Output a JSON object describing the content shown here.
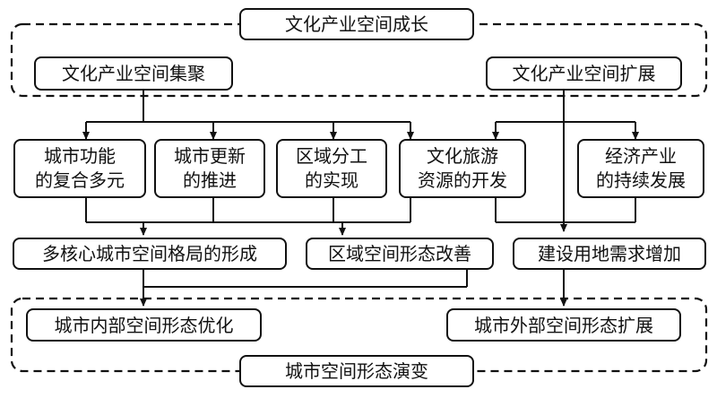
{
  "frames": {
    "top_title": "文化产业空间成长",
    "bottom_title": "城市空间形态演变"
  },
  "row1": {
    "cluster": "文化产业空间集聚",
    "expand": "文化产业空间扩展"
  },
  "row2": [
    {
      "line1": "城市功能",
      "line2": "的复合多元"
    },
    {
      "line1": "城市更新",
      "line2": "的推进"
    },
    {
      "line1": "区域分工",
      "line2": "的实现"
    },
    {
      "line1": "文化旅游",
      "line2": "资源的开发"
    },
    {
      "line1": "经济产业",
      "line2": "的持续发展"
    }
  ],
  "row3": {
    "multicore": "多核心城市空间格局的形成",
    "regional": "区域空间形态改善",
    "land": "建设用地需求增加"
  },
  "row4": {
    "internal": "城市内部空间形态优化",
    "external": "城市外部空间形态扩展"
  }
}
